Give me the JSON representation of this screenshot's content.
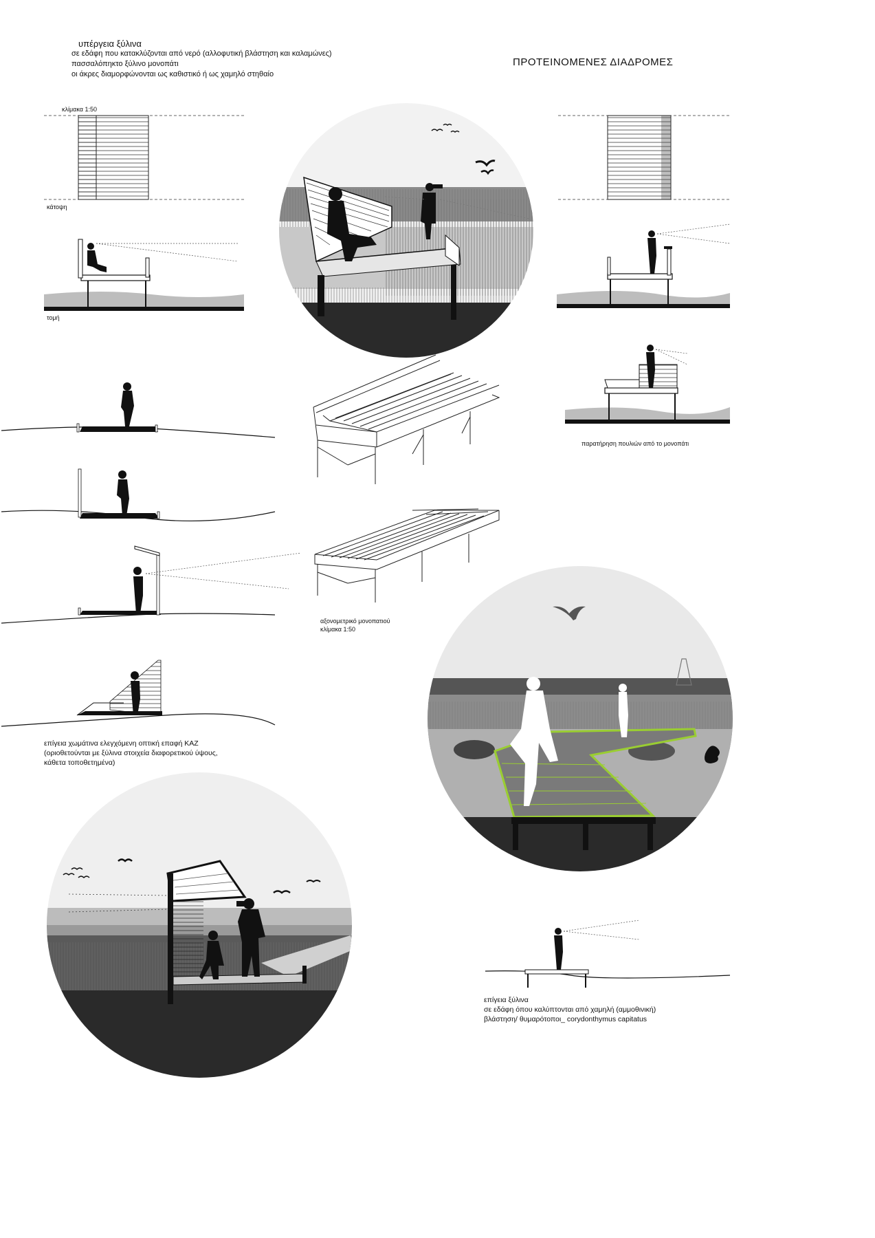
{
  "header": {
    "title": "υπέργεια ξύλινα",
    "lines": [
      "σε εδάφη που κατακλύζονται από νερό (αλλοφυτική βλάστηση και καλαμώνες)",
      "πασσαλόπηκτο ξύλινο μονοπάτι",
      "οι άκρες διαμορφώνονται ως καθιστικό ή ως χαμηλό στηθαίο"
    ],
    "right_title": "ΠΡΟΤΕΙΝΟΜΕΝΕΣ ΔΙΑΔΡΟΜΕΣ"
  },
  "labels": {
    "scale_plan": "κλίμακα 1:50",
    "plan": "κάτοψη",
    "section": "τομή",
    "bird_watching": "παρατήρηση πουλιών από το μονοπάτι",
    "axon_1": "αξονομετρικό μονοπατιού",
    "axon_2": "κλίμακα 1:50"
  },
  "captions": {
    "earth_path": [
      "επίγεια χωμάτινα ελεγχόμενη οπτική επαφή ΚΑΖ",
      "(οριοθετούνται με ξύλινα στοιχεία διαφορετικού ύψους,",
      "κάθετα τοποθετημένα)"
    ],
    "ground_wood": [
      "επίγεια ξύλινα",
      "σε εδάφη όπου καλύπτονται από χαμηλή (αμμοθινική)",
      "βλάστηση/ θυμαρότοποι_ corydonthymus capitatus"
    ]
  },
  "colors": {
    "ink": "#111111",
    "ground": "#bdbdbd",
    "deck_green": "#9acd32",
    "sky": "#e6e6e6"
  }
}
